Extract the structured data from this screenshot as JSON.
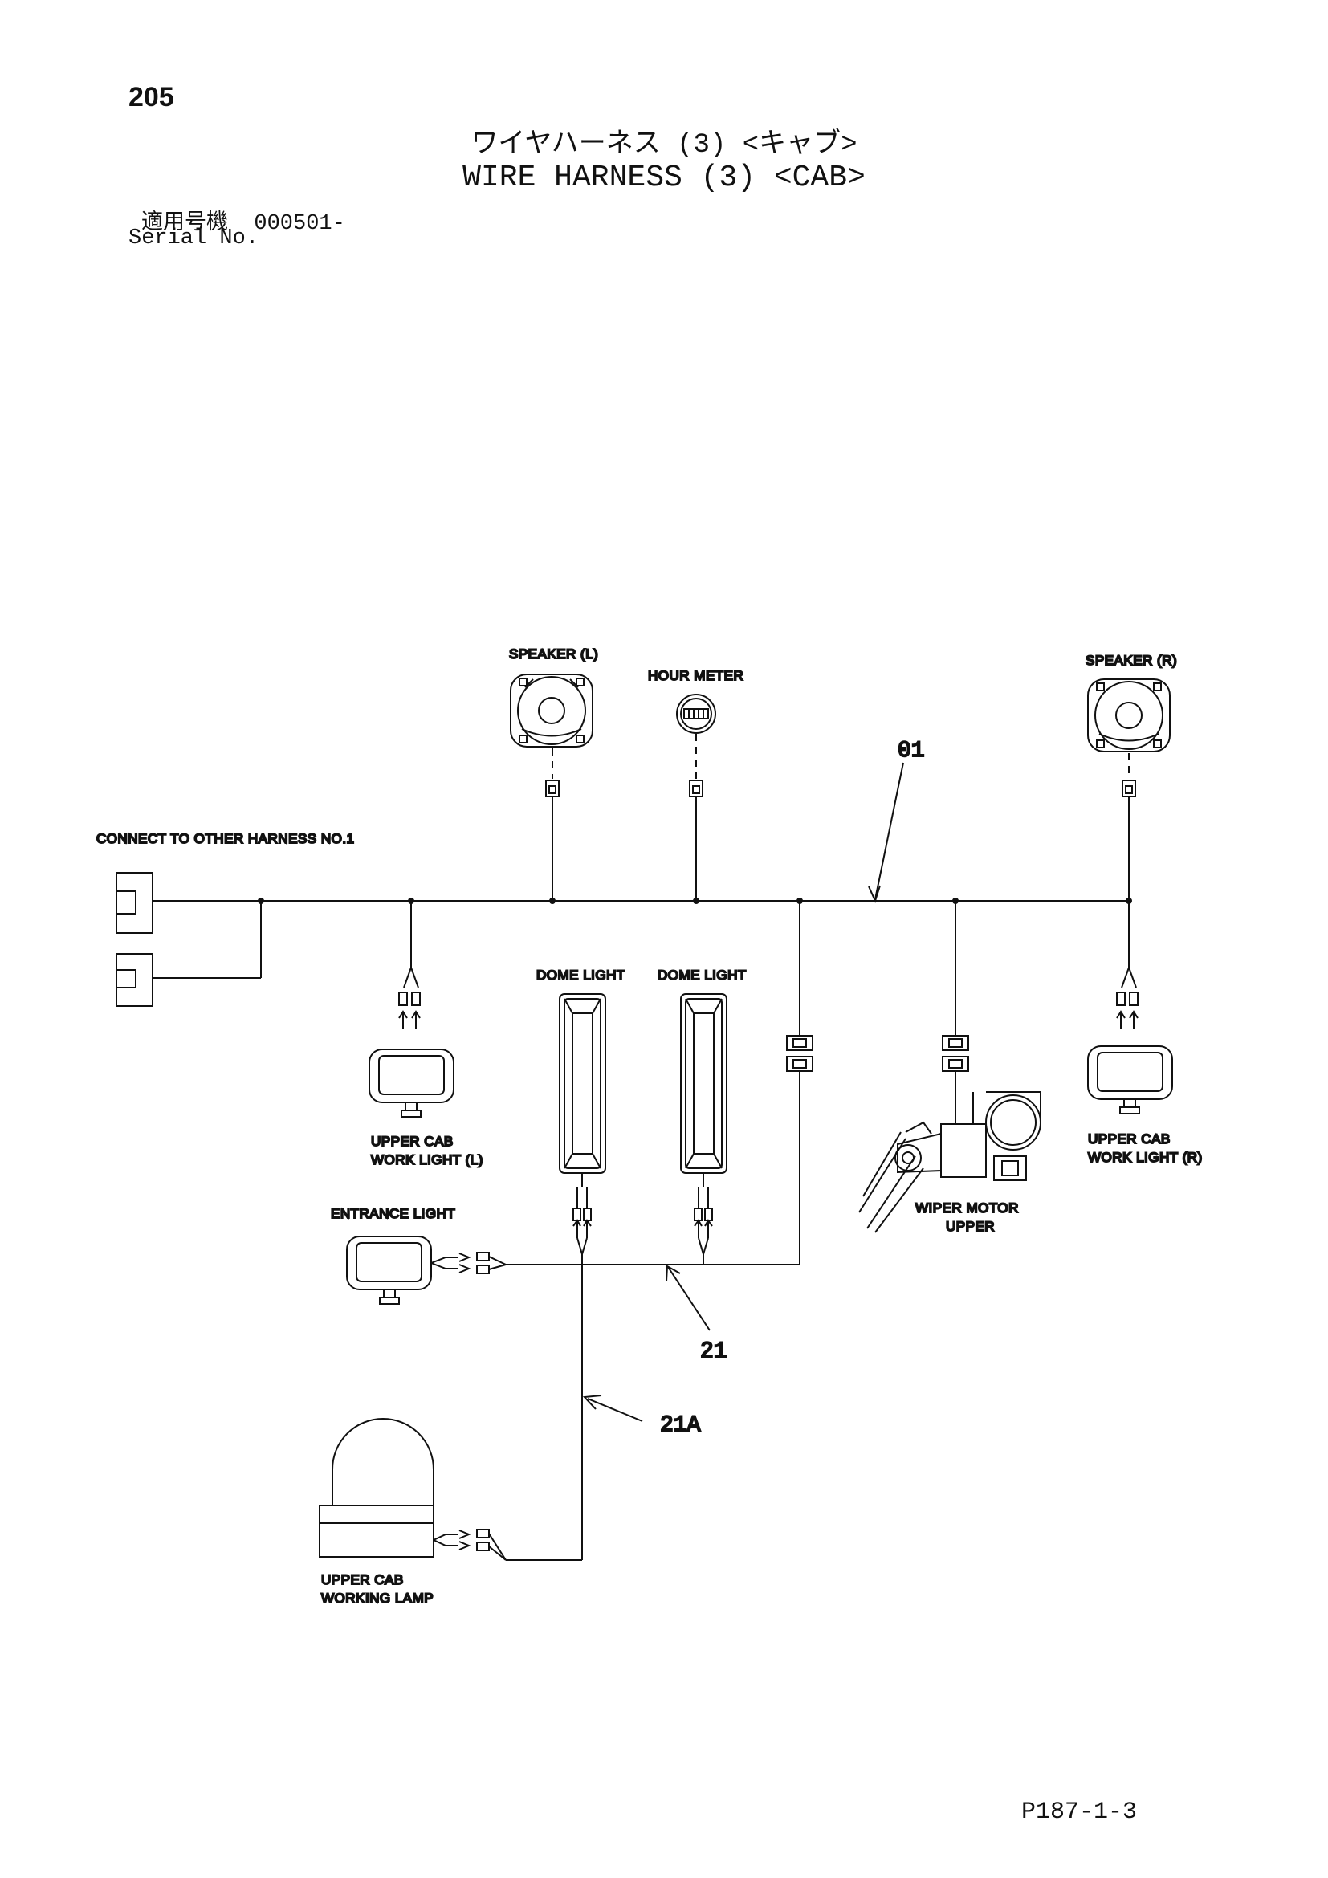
{
  "page_number": "205",
  "title_jp": "ワイヤハーネス (3) <キャブ>",
  "title_en": "WIRE HARNESS (3) <CAB>",
  "serial": {
    "label_jp": "適用号機",
    "value": "000501-",
    "label_en": "Serial No."
  },
  "labels": {
    "speaker_l": "SPEAKER (L)",
    "hour_meter": "HOUR METER",
    "speaker_r": "SPEAKER (R)",
    "connect_other": "CONNECT TO OTHER HARNESS NO.1",
    "dome_light_1": "DOME LIGHT",
    "dome_light_2": "DOME LIGHT",
    "work_light_l_1": "UPPER CAB",
    "work_light_l_2": "WORK LIGHT (L)",
    "work_light_r_1": "UPPER CAB",
    "work_light_r_2": "WORK LIGHT (R)",
    "wiper_1": "WIPER MOTOR",
    "wiper_2": "UPPER",
    "entrance_light": "ENTRANCE LIGHT",
    "working_lamp_1": "UPPER CAB",
    "working_lamp_2": "WORKING LAMP"
  },
  "callouts": {
    "c01": "01",
    "c21": "21",
    "c21a": "21A"
  },
  "page_code": "P187-1-3"
}
